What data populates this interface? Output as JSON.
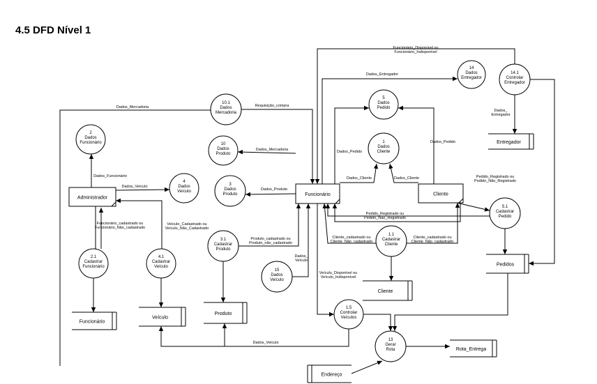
{
  "page": {
    "title": "4.5 DFD Nível 1"
  },
  "diagram": {
    "entities": [
      {
        "id": "administrador",
        "label": "Administrador"
      },
      {
        "id": "funcionario",
        "label": "Funcionário"
      },
      {
        "id": "cliente",
        "label": "Cliente"
      }
    ],
    "processes": [
      {
        "id": "p2",
        "lines": [
          "2",
          "Dados",
          "Funcionário"
        ]
      },
      {
        "id": "p4",
        "lines": [
          "4",
          "Dados",
          "Veículo"
        ]
      },
      {
        "id": "p3",
        "lines": [
          "3",
          "Dados",
          "Produto"
        ]
      },
      {
        "id": "p10",
        "lines": [
          "10",
          "Dados",
          "Produto"
        ]
      },
      {
        "id": "p101",
        "lines": [
          "10.1",
          "Dados",
          "Mercadoria"
        ]
      },
      {
        "id": "p5",
        "lines": [
          "5",
          "Dados",
          "Pedido"
        ]
      },
      {
        "id": "p1",
        "lines": [
          "1",
          "Dados",
          "Cliente"
        ]
      },
      {
        "id": "p14",
        "lines": [
          "14",
          "Dados",
          "Entregador"
        ]
      },
      {
        "id": "p141",
        "lines": [
          "14.1",
          "Controlar",
          "Entregador"
        ]
      },
      {
        "id": "p51",
        "lines": [
          "5.1",
          "Cadastrar",
          "Pedido"
        ]
      },
      {
        "id": "p11",
        "lines": [
          "1.1",
          "Cadastrar",
          "Cliente"
        ]
      },
      {
        "id": "p31",
        "lines": [
          "3.1",
          "Cadastrar",
          "Produto"
        ]
      },
      {
        "id": "p15",
        "lines": [
          "15",
          "Dados",
          "Veículo"
        ]
      },
      {
        "id": "p21",
        "lines": [
          "2.1",
          "Cadastrar",
          "Funcionário"
        ]
      },
      {
        "id": "p41",
        "lines": [
          "4.1",
          "Cadastrar",
          "Veículo"
        ]
      },
      {
        "id": "p151",
        "lines": [
          "1.5",
          "Controlar",
          "Veículos"
        ]
      },
      {
        "id": "p13",
        "lines": [
          "13",
          "Gerar",
          "Rota"
        ]
      }
    ],
    "stores": [
      {
        "id": "s_entregador",
        "label": "Entregador"
      },
      {
        "id": "s_pedidos",
        "label": "Pedidos"
      },
      {
        "id": "s_cliente",
        "label": "Cliente"
      },
      {
        "id": "s_funcionario",
        "label": "Funcionário"
      },
      {
        "id": "s_veiculo",
        "label": "Veículo"
      },
      {
        "id": "s_produto",
        "label": "Produto"
      },
      {
        "id": "s_rota",
        "label": "Rota_Entrega"
      },
      {
        "id": "s_endereco",
        "label": "Endereço"
      }
    ],
    "flows": [
      {
        "id": "f_func_disp",
        "lines": [
          "Funcionário_Disponível ou",
          "Funcionário_Indisponível"
        ]
      },
      {
        "id": "f_dados_entregador",
        "lines": [
          "Dados_Entregador"
        ]
      },
      {
        "id": "f_dados_mercadoria_top",
        "lines": [
          "Dados_Mercadoria"
        ]
      },
      {
        "id": "f_requisicao",
        "lines": [
          "Requisição_compra"
        ]
      },
      {
        "id": "f_dados_mercadoria",
        "lines": [
          "Dados_Mercadoria"
        ]
      },
      {
        "id": "f_dados_funcionario",
        "lines": [
          "Dados_Funcionário"
        ]
      },
      {
        "id": "f_dados_veiculo",
        "lines": [
          "Dados_Veículo"
        ]
      },
      {
        "id": "f_dados_produto",
        "lines": [
          "Dados_Produto"
        ]
      },
      {
        "id": "f_dados_pedido_l",
        "lines": [
          "Dados_Pedido"
        ]
      },
      {
        "id": "f_dados_pedido_r",
        "lines": [
          "Dados_Pedido"
        ]
      },
      {
        "id": "f_dados_cliente_l",
        "lines": [
          "Dados_Cliente"
        ]
      },
      {
        "id": "f_dados_cliente_r",
        "lines": [
          "Dados_Cliente"
        ]
      },
      {
        "id": "f_dados_entregador_v",
        "lines": [
          "Dados_",
          "Entregador"
        ]
      },
      {
        "id": "f_pedido_reg_top",
        "lines": [
          "Pedido_Registrado ou",
          "Pedido_Não_Registrado"
        ]
      },
      {
        "id": "f_pedido_reg_mid",
        "lines": [
          "Pedido_Registrado ou",
          "Pedido_Não_Registrado"
        ]
      },
      {
        "id": "f_cliente_cad_l",
        "lines": [
          "Cliente_cadastrado ou",
          "Cliente_Não_cadastrado"
        ]
      },
      {
        "id": "f_cliente_cad_r",
        "lines": [
          "Cliente_cadastrado ou",
          "Cliente_Não_cadastrado"
        ]
      },
      {
        "id": "f_func_cad",
        "lines": [
          "Funcionário_cadastrado ou",
          "Funcionário_Não_cadastrado"
        ]
      },
      {
        "id": "f_veic_cad",
        "lines": [
          "Veículo_Cadastrado ou",
          "Veículo_Não_Cadastrado"
        ]
      },
      {
        "id": "f_prod_cad",
        "lines": [
          "Produto_cadastrado ou",
          "Produto_não_cadastrado"
        ]
      },
      {
        "id": "f_dados_veiculo_15",
        "lines": [
          "Dados_",
          "Veículo"
        ]
      },
      {
        "id": "f_veic_disp",
        "lines": [
          "Veículo_Disponível ou",
          "Veículo_Indisponível"
        ]
      },
      {
        "id": "f_dados_veiculo_bottom",
        "lines": [
          "Dados_Veículo"
        ]
      }
    ]
  }
}
